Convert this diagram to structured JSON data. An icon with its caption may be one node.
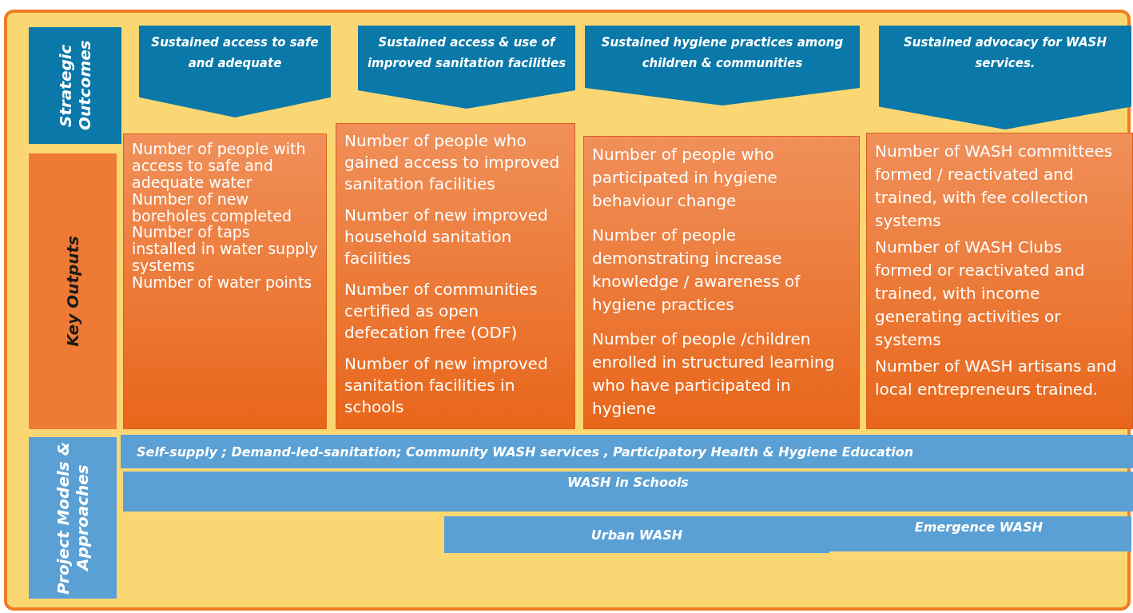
{
  "diagram": {
    "nodes": [
      {
        "text": [],
        "shape": "box"
      },
      {
        "text": [
          "Strategic Outcomes"
        ],
        "in": 0
      },
      {
        "text": [
          "Key Outputs"
        ],
        "in": 0
      },
      {
        "text": [
          "Project Models & Approaches"
        ],
        "in": 0
      },
      {
        "text": [
          "Sustained access to safe and adequate"
        ],
        "in": 0
      },
      {
        "text": [
          "Sustained access & use of improved sanitation facilities"
        ],
        "in": 0
      },
      {
        "text": [
          "Sustained hygiene practices among children & communities"
        ],
        "in": 0
      },
      {
        "text": [
          "Sustained advocacy for WASH services."
        ],
        "in": 0
      },
      {
        "text": [
          "Number of people with access to safe and adequate water",
          "Number of new boreholes completed",
          "Number of taps installed in water supply systems",
          "Number of water points"
        ],
        "in": 0
      },
      {
        "text": [
          "Number of people who gained access to improved sanitation facilities",
          "Number of new improved household sanitation facilities",
          "Number of communities certified as open defecation free (ODF)",
          "Number of new improved sanitation facilities in schools"
        ],
        "in": 0
      },
      {
        "text": [
          "Number of people who participated in hygiene behaviour change",
          "Number of people demonstrating increase knowledge / awareness of hygiene practices",
          "Number of people /children enrolled in structured learning who have participated in hygiene"
        ],
        "in": 0
      },
      {
        "text": [
          "Number of WASH committees formed / reactivated and trained, with fee collection systems",
          "Number of WASH Clubs formed or reactivated and trained, with income generating activities or systems",
          "Number of WASH artisans and local entrepreneurs trained."
        ],
        "in": 0
      },
      {
        "text": [
          "Self-supply ; Demand-led-sanitation; Community WASH services , Participatory Health & Hygiene Education"
        ],
        "in": 0
      },
      {
        "text": [
          "WASH in Schools"
        ],
        "in": 0
      },
      {
        "text": [
          "Urban WASH"
        ],
        "in": 0
      },
      {
        "text": [
          "Emergence WASH"
        ],
        "in": 0
      }
    ]
  }
}
